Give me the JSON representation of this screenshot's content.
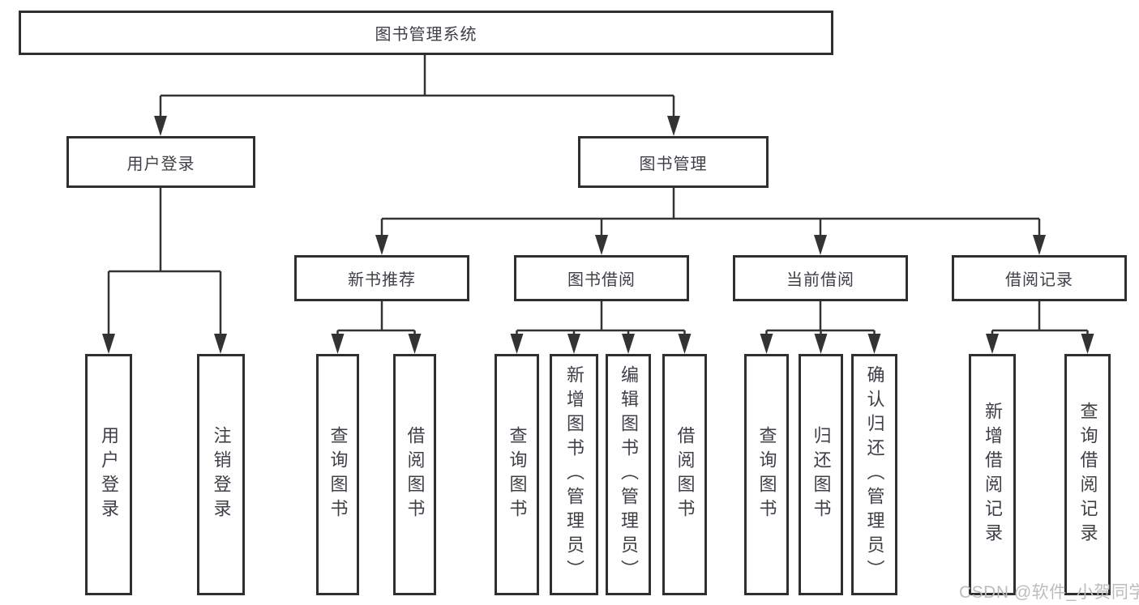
{
  "tree": {
    "label": "图书管理系统",
    "children": [
      {
        "label": "用户登录",
        "children": [
          {
            "label": "用户登录"
          },
          {
            "label": "注销登录"
          }
        ]
      },
      {
        "label": "图书管理",
        "children": [
          {
            "label": "新书推荐",
            "children": [
              {
                "label": "查询图书"
              },
              {
                "label": "借阅图书"
              }
            ]
          },
          {
            "label": "图书借阅",
            "children": [
              {
                "label": "查询图书"
              },
              {
                "label": "新增图书（管理员）"
              },
              {
                "label": "编辑图书（管理员）"
              },
              {
                "label": "借阅图书"
              }
            ]
          },
          {
            "label": "当前借阅",
            "children": [
              {
                "label": "查询图书"
              },
              {
                "label": "归还图书"
              },
              {
                "label": "确认归还（管理员）"
              }
            ]
          },
          {
            "label": "借阅记录",
            "children": [
              {
                "label": "新增借阅记录"
              },
              {
                "label": "查询借阅记录"
              }
            ]
          }
        ]
      }
    ]
  },
  "watermark": {
    "text": "CSDN @软件_小贺同学"
  },
  "colors": {
    "line": "#333333",
    "box_border": "#2f2f2f",
    "text": "#3f3f46",
    "watermark": "#bcbcbc",
    "background": "#ffffff"
  }
}
